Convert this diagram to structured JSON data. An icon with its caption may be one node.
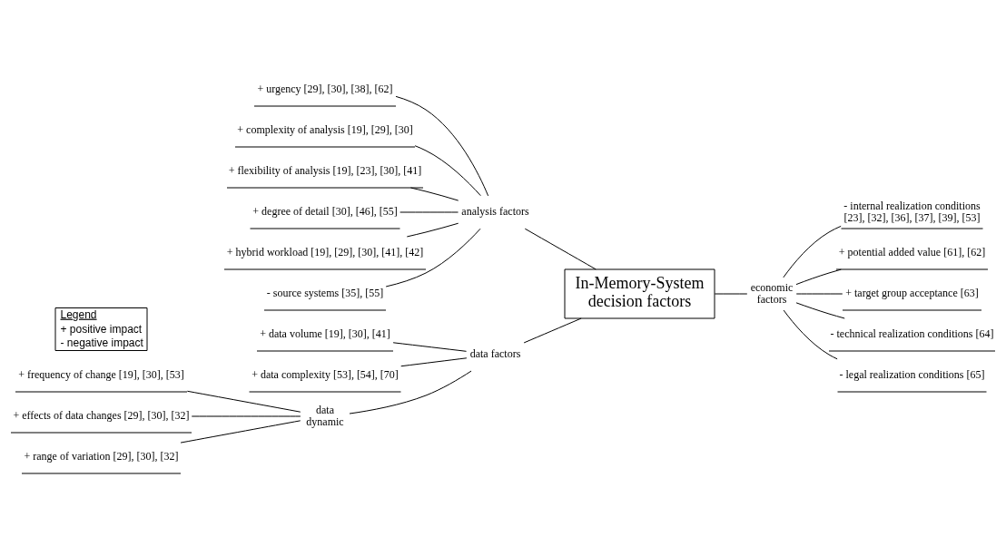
{
  "diagram": {
    "nodes": [
      {
        "text": [
          "In-Memory-System decision factors"
        ]
      },
      {
        "text": [
          "analysis factors"
        ]
      },
      {
        "text": [
          "+ urgency [29], [30], [38], [62]"
        ]
      },
      {
        "text": [
          "+ complexity of analysis [19], [29], [30]"
        ]
      },
      {
        "text": [
          "+ flexibility of analysis [19], [23], [30], [41]"
        ]
      },
      {
        "text": [
          "+ degree of detail [30], [46], [55]"
        ]
      },
      {
        "text": [
          "+ hybrid workload [19], [29], [30], [41], [42]"
        ]
      },
      {
        "text": [
          "- source systems [35], [55]"
        ]
      },
      {
        "text": [
          "economic factors"
        ]
      },
      {
        "text": [
          "- internal realization conditions [23], [32], [36], [37], [39], [53]"
        ]
      },
      {
        "text": [
          "+ potential added value [61], [62]"
        ]
      },
      {
        "text": [
          "+ target group acceptance [63]"
        ]
      },
      {
        "text": [
          "- technical realization conditions [64]"
        ]
      },
      {
        "text": [
          "- legal realization conditions [65]"
        ]
      },
      {
        "text": [
          "data factors"
        ]
      },
      {
        "text": [
          "+ data volume [19], [30], [41]"
        ]
      },
      {
        "text": [
          "+ data complexity [53], [54], [70]"
        ]
      },
      {
        "text": [
          "data dynamic"
        ]
      },
      {
        "text": [
          "+ frequency of change [19], [30], [53]"
        ]
      },
      {
        "text": [
          "+ effects of data changes [29], [30], [32]"
        ]
      },
      {
        "text": [
          "+ range of variation [29], [30], [32]"
        ]
      },
      {
        "text": [
          "Legend",
          "+ positive impact",
          "- negative impact"
        ]
      }
    ],
    "edges": [
      {
        "from": 2,
        "to": 1,
        "arrow": "none"
      },
      {
        "from": 3,
        "to": 1,
        "arrow": "none"
      },
      {
        "from": 4,
        "to": 1,
        "arrow": "none"
      },
      {
        "from": 5,
        "to": 1,
        "arrow": "none"
      },
      {
        "from": 6,
        "to": 1,
        "arrow": "none"
      },
      {
        "from": 7,
        "to": 1,
        "arrow": "none"
      },
      {
        "from": 1,
        "to": 0,
        "arrow": "none"
      },
      {
        "from": 0,
        "to": 8,
        "arrow": "none"
      },
      {
        "from": 8,
        "to": 9,
        "arrow": "none"
      },
      {
        "from": 8,
        "to": 10,
        "arrow": "none"
      },
      {
        "from": 8,
        "to": 11,
        "arrow": "none"
      },
      {
        "from": 8,
        "to": 12,
        "arrow": "none"
      },
      {
        "from": 8,
        "to": 13,
        "arrow": "none"
      },
      {
        "from": 15,
        "to": 14,
        "arrow": "none"
      },
      {
        "from": 16,
        "to": 14,
        "arrow": "none"
      },
      {
        "from": 18,
        "to": 17,
        "arrow": "none"
      },
      {
        "from": 19,
        "to": 17,
        "arrow": "none"
      },
      {
        "from": 20,
        "to": 17,
        "arrow": "none"
      },
      {
        "from": 17,
        "to": 14,
        "arrow": "none"
      },
      {
        "from": 14,
        "to": 0,
        "arrow": "none"
      }
    ]
  }
}
